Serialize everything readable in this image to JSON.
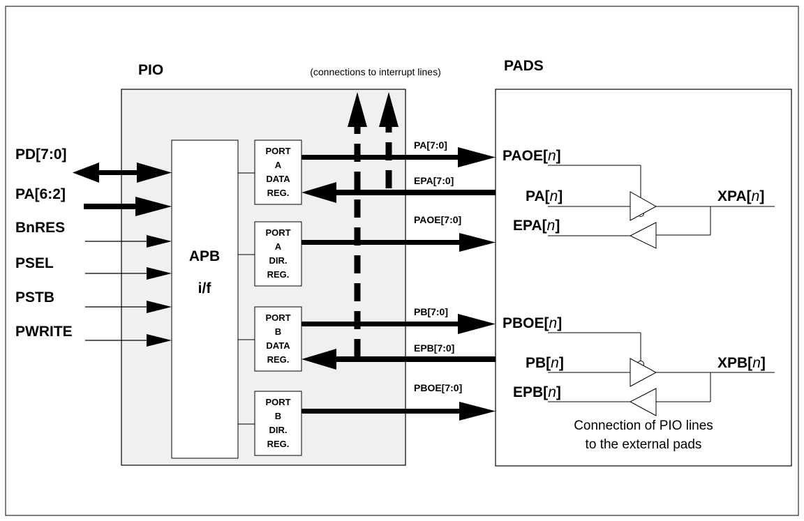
{
  "pio": {
    "title": "PIO",
    "apb_line1": "APB",
    "apb_line2": "i/f",
    "inputs": [
      "PD[7:0]",
      "PA[6:2]",
      "BnRES",
      "PSEL",
      "PSTB",
      "PWRITE"
    ],
    "registers": [
      {
        "lines": [
          "PORT",
          "A",
          "DATA",
          "REG."
        ]
      },
      {
        "lines": [
          "PORT",
          "A",
          "DIR.",
          "REG."
        ]
      },
      {
        "lines": [
          "PORT",
          "B",
          "DATA",
          "REG."
        ]
      },
      {
        "lines": [
          "PORT",
          "B",
          "DIR.",
          "REG."
        ]
      }
    ]
  },
  "interrupt_note": "(connections to interrupt lines)",
  "bus_labels": {
    "pa_out": "PA[7:0]",
    "epa_in": "EPA[7:0]",
    "paoe_out": "PAOE[7:0]",
    "pb_out": "PB[7:0]",
    "epb_in": "EPB[7:0]",
    "pboe_out": "PBOE[7:0]"
  },
  "pads": {
    "title": "PADS",
    "port_a": {
      "oe_prefix": "PAOE[",
      "data_prefix": "PA[",
      "in_prefix": "EPA[",
      "pad_prefix": "XPA["
    },
    "port_b": {
      "oe_prefix": "PBOE[",
      "data_prefix": "PB[",
      "in_prefix": "EPB[",
      "pad_prefix": "XPB["
    },
    "index": "n",
    "close": "]",
    "caption_line1": "Connection of PIO lines",
    "caption_line2": "to the external pads"
  },
  "colors": {
    "pio_fill": "#f0f0f0",
    "line": "#000000",
    "background": "#ffffff"
  }
}
